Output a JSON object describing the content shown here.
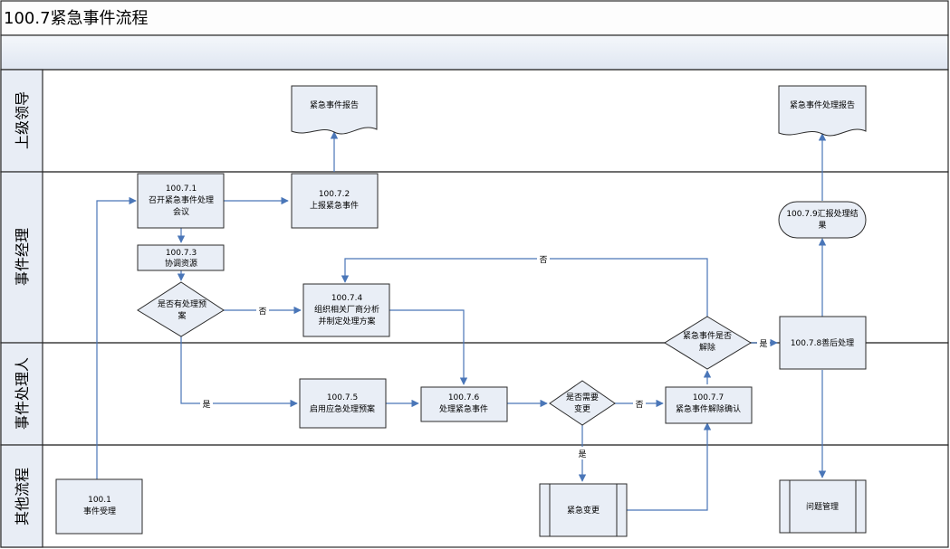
{
  "title": "100.7紧急事件流程",
  "lanes": [
    "上级领导",
    "事件经理",
    "事件处理人",
    "其他流程"
  ],
  "nodes": {
    "report_doc": "紧急事件报告",
    "result_doc": "紧急事件处理报告",
    "n7_1": [
      "100.7.1",
      "召开紧急事件处理",
      "会议"
    ],
    "n7_2": [
      "100.7.2",
      "上报紧急事件"
    ],
    "n7_3": [
      "100.7.3",
      "协调资源"
    ],
    "d_plan": [
      "是否有处理预",
      "案"
    ],
    "n7_4": [
      "100.7.4",
      "组织相关厂商分析",
      "并制定处理方案"
    ],
    "n7_5": [
      "100.7.5",
      "启用应急处理预案"
    ],
    "n7_6": [
      "100.7.6",
      "处理紧急事件"
    ],
    "d_change": [
      "是否需要",
      "变更"
    ],
    "n7_7": [
      "100.7.7",
      "紧急事件解除确认"
    ],
    "d_resolved": [
      "紧急事件是否",
      "解除"
    ],
    "n7_8": "100.7.8善后处理",
    "n7_9": [
      "100.7.9汇报处理结",
      "果"
    ],
    "n100_1": [
      "100.1",
      "事件受理"
    ],
    "p_change": "紧急变更",
    "p_problem": "问题管理"
  },
  "edge_labels": {
    "no1": "否",
    "yes1": "是",
    "no2": "否",
    "yes2": "是",
    "no3": "否",
    "yes3": "是"
  },
  "colors": {
    "box_fill": "#e9eef6",
    "lane_fill": "#e8edf5",
    "arrow": "#4a76b8",
    "border": "#2b2b2b"
  }
}
